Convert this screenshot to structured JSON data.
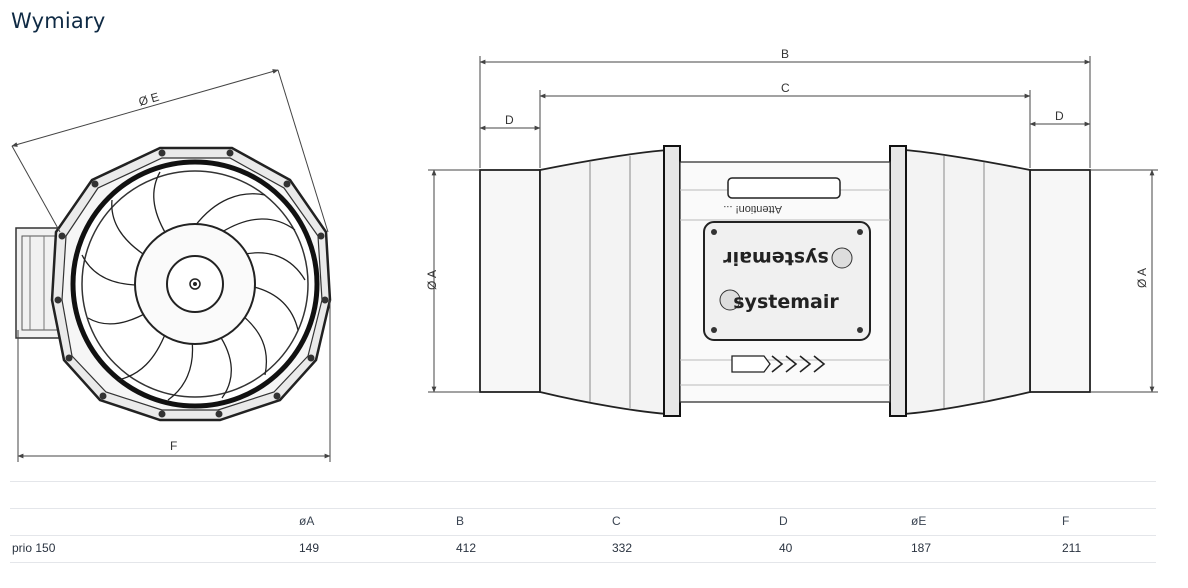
{
  "heading": "Wymiary",
  "drawing": {
    "dim_labels": {
      "E": "Ø E",
      "F": "F",
      "B": "B",
      "C": "C",
      "D_left": "D",
      "D_right": "D",
      "A_left": "Ø A",
      "A_right": "Ø A"
    },
    "brand_text": "systemair",
    "attention_text": "Attention! ..."
  },
  "table": {
    "columns": [
      "",
      "øA",
      "B",
      "C",
      "D",
      "øE",
      "F"
    ],
    "rows": [
      {
        "model": "prio 150",
        "A": "149",
        "B": "412",
        "C": "332",
        "D": "40",
        "E": "187",
        "F": "211"
      }
    ]
  }
}
